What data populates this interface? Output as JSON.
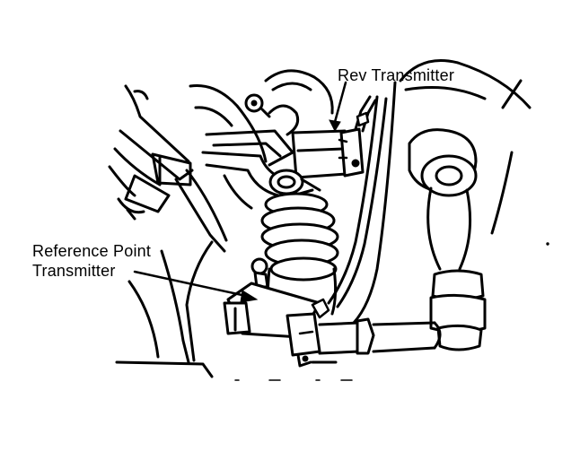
{
  "labels": {
    "rev_transmitter": "Rev Transmitter",
    "reference_point_line1": "Reference Point",
    "reference_point_line2": "Transmitter"
  },
  "colors": {
    "ink": "#000000",
    "background": "#ffffff"
  }
}
